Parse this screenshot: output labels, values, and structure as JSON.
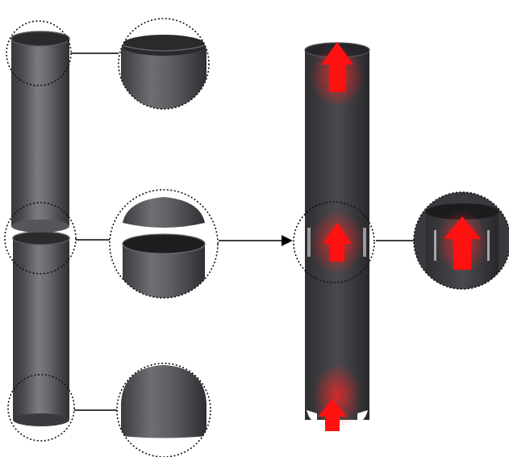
{
  "diagram": {
    "colors": {
      "background": "#ffffff",
      "tube_dark": "#3a3a3d",
      "tube_mid": "#6e6e72",
      "tube_light": "#8a8a8e",
      "arrow_red": "#ff1a1a",
      "outline_dotted": "#111111"
    },
    "components": [
      "tube-left-upper",
      "tube-left-lower",
      "zoom-top-cap",
      "zoom-split-cap",
      "zoom-bottom-cap",
      "assembled-tube",
      "flow-arrows",
      "zoom-assembled-joint"
    ]
  }
}
